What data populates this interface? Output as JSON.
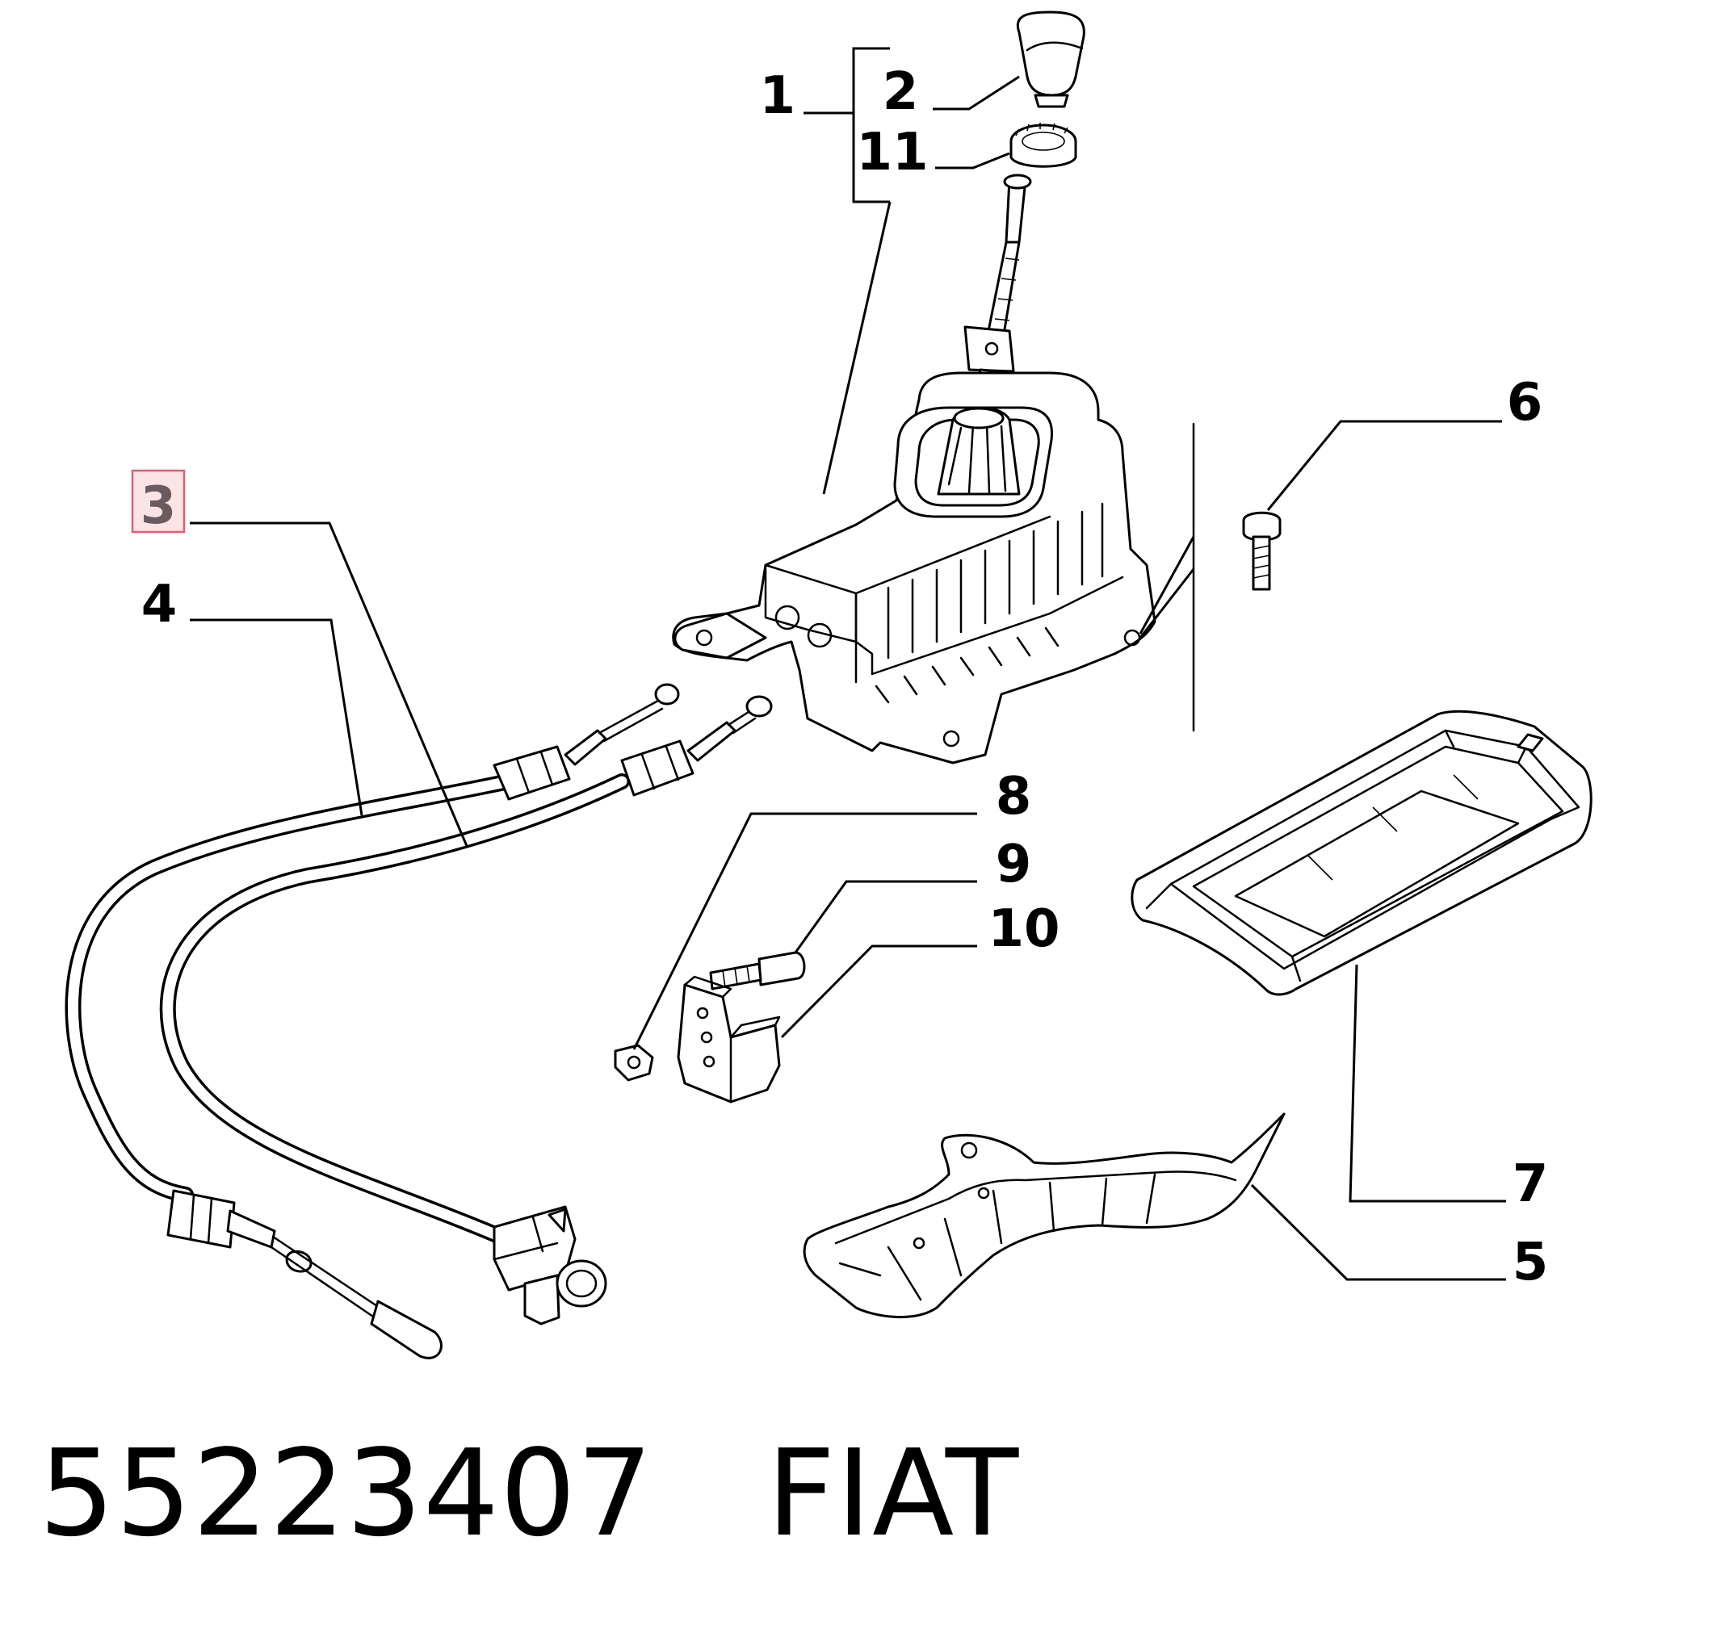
{
  "callouts": {
    "c1": "1",
    "c2": "2",
    "c3": "3",
    "c4": "4",
    "c5": "5",
    "c6": "6",
    "c7": "7",
    "c8": "8",
    "c9": "9",
    "c10": "10",
    "c11": "11"
  },
  "highlighted_callout": "3",
  "footer": {
    "part_number": "55223407",
    "brand": "FIAT"
  },
  "colors": {
    "highlight_fill": "#fbe3e6",
    "highlight_border": "#e06070",
    "highlight_text": "#6b5a60"
  }
}
